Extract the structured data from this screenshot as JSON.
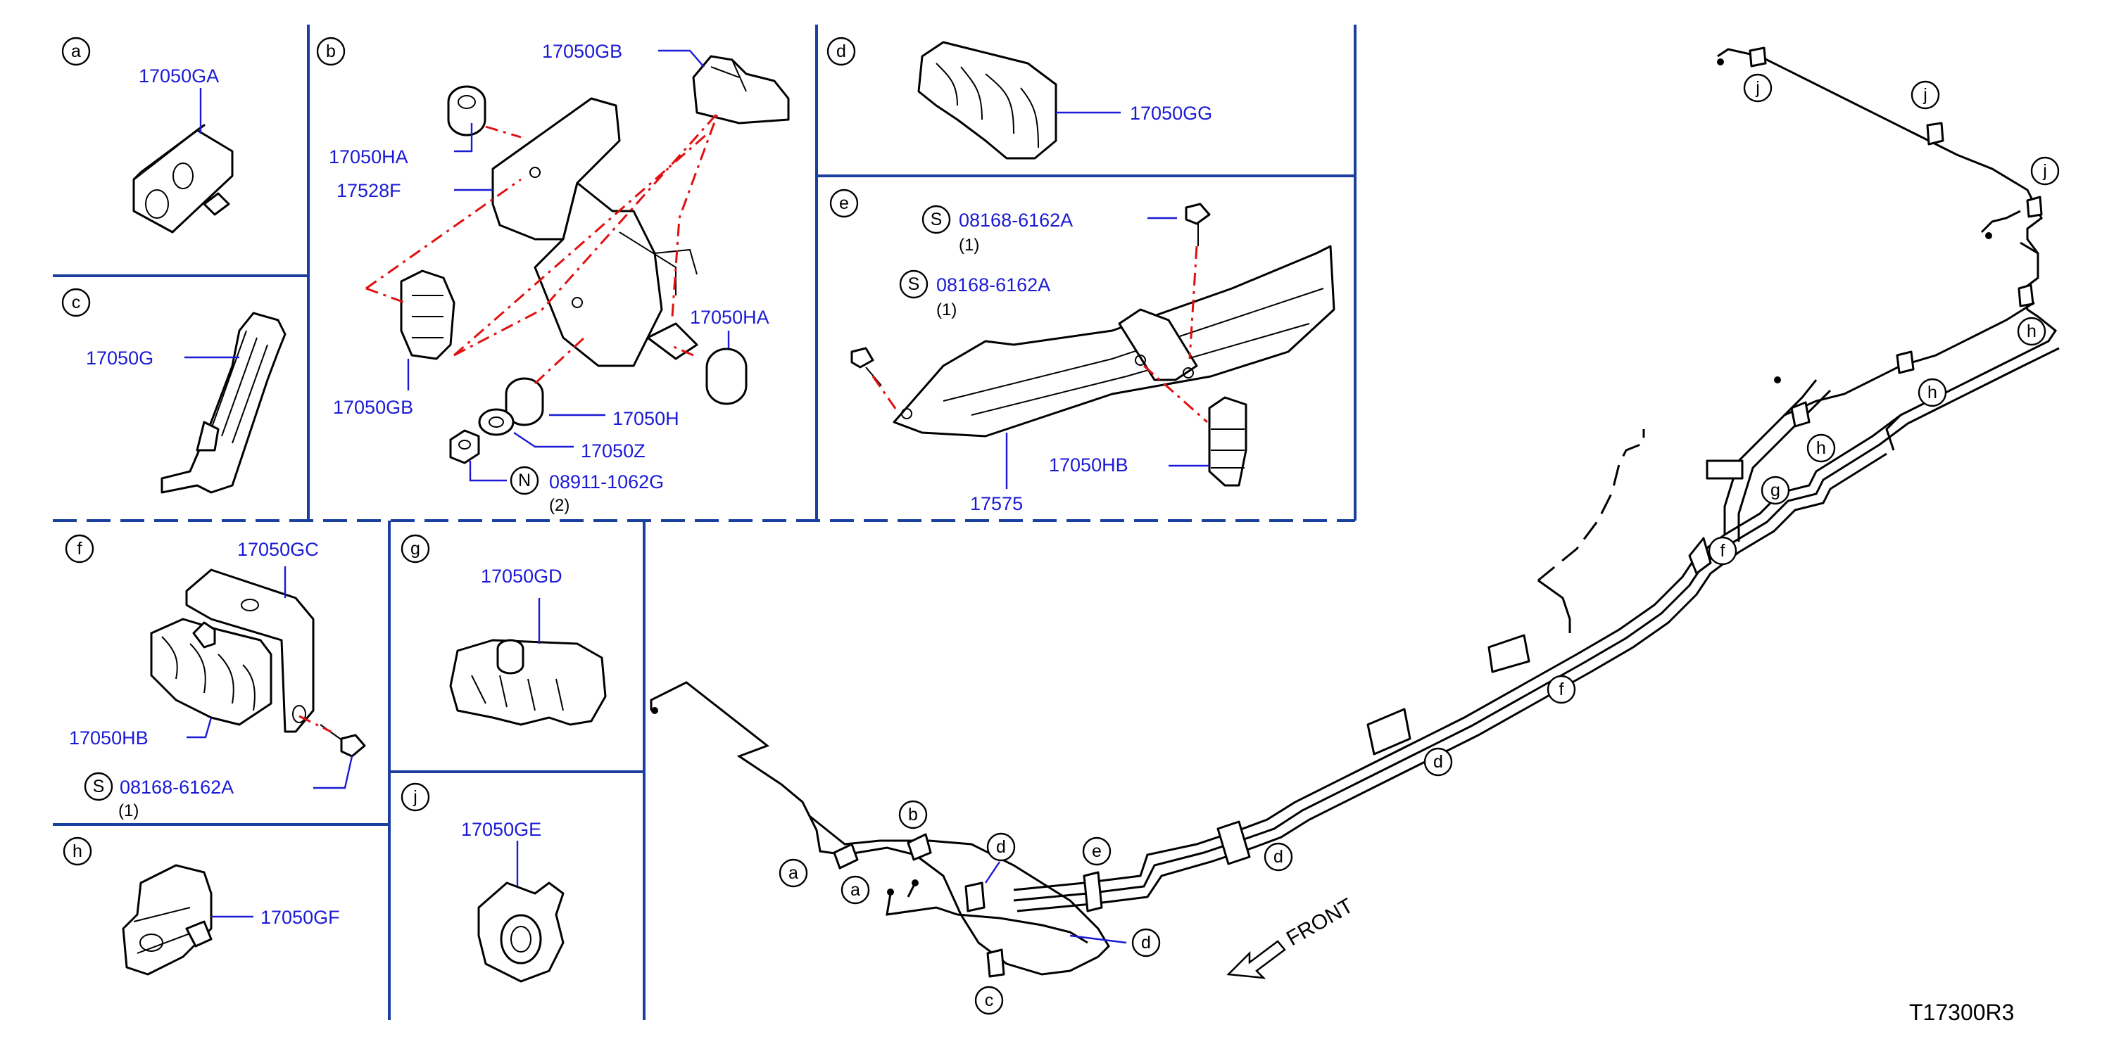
{
  "diagram_id": "T17300R3",
  "front_label": "FRONT",
  "section_letters": [
    "a",
    "b",
    "c",
    "d",
    "e",
    "f",
    "g",
    "h",
    "j"
  ],
  "parts": {
    "a": [
      "17050GA"
    ],
    "b": [
      "17050GB",
      "17050HA",
      "17528F",
      "17050GB",
      "17050HA",
      "17050H",
      "17050Z",
      "08911-1062G"
    ],
    "c": [
      "17050G"
    ],
    "d": [
      "17050GG"
    ],
    "e": [
      "08168-6162A",
      "08168-6162A",
      "17050HB",
      "17575"
    ],
    "f": [
      "17050GC",
      "17050HB",
      "08168-6162A"
    ],
    "g": [
      "17050GD"
    ],
    "h": [
      "17050GF"
    ],
    "j": [
      "17050GE"
    ]
  },
  "qty": {
    "s1": "(1)",
    "s2": "(1)",
    "n2": "(2)",
    "s3": "(1)"
  },
  "symbols": {
    "S": "S",
    "N": "N"
  },
  "callouts": [
    "a",
    "a",
    "b",
    "c",
    "d",
    "d",
    "e",
    "d",
    "d",
    "f",
    "f",
    "g",
    "h",
    "h",
    "h",
    "j",
    "j",
    "j"
  ],
  "colors": {
    "frame": "#1a3f9e",
    "part_number": "#1a1ad6",
    "mating_line": "#e01010"
  }
}
